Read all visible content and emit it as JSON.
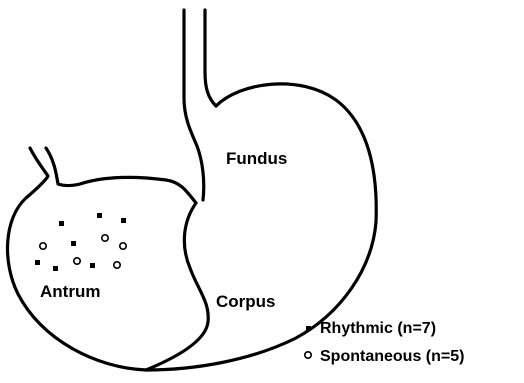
{
  "diagram": {
    "regions": {
      "fundus": "Fundus",
      "corpus": "Corpus",
      "antrum": "Antrum"
    },
    "legend": {
      "rhythmic_label": "Rhythmic (n=7)",
      "spontaneous_label": "Spontaneous (n=5)",
      "rhythmic_marker": "filled-square",
      "spontaneous_marker": "open-circle"
    },
    "marker_counts": {
      "rhythmic": 7,
      "spontaneous": 5
    },
    "colors": {
      "line": "#000000",
      "background": "#ffffff"
    }
  }
}
